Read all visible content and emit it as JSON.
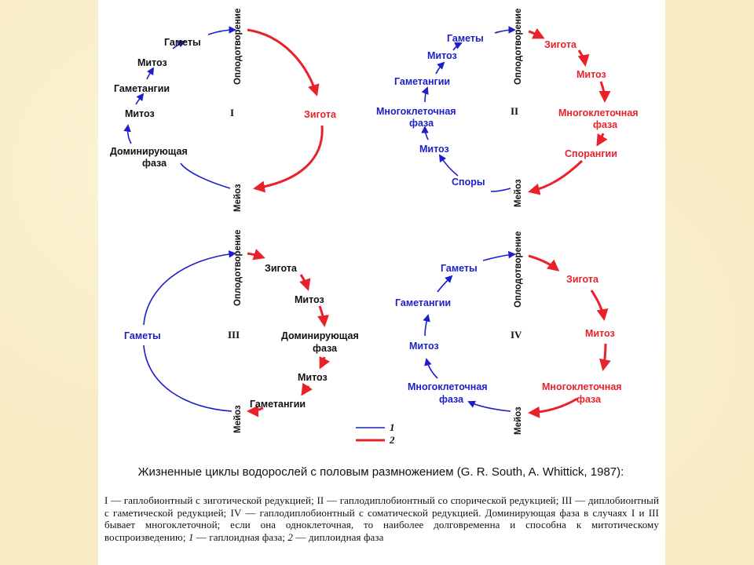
{
  "labels": {
    "fertilization": "Оплодотворение",
    "meiosis": "Мейоз",
    "gametes": "Гаметы",
    "mitosis": "Митоз",
    "gametangia": "Гаметангии",
    "dominant_phase_l1": "Доминирующая",
    "dominant_phase_l2": "фаза",
    "zygote": "Зигота",
    "multicell_l1": "Многоклеточная",
    "multicell_l2": "фаза",
    "sporangia": "Спорангии",
    "spores": "Споры"
  },
  "roman": {
    "I": "I",
    "II": "II",
    "III": "III",
    "IV": "IV"
  },
  "legend": {
    "haploid_num": "1",
    "diploid_num": "2",
    "haploid_color": "#1b1fc8",
    "diploid_color": "#e8222a"
  },
  "caption": {
    "title": "Жизненные циклы водорослей с половым размножением (G. R. South, A. Whittick, 1987):",
    "body_main": "I — гаплобионтный с зиготической редукцией; II — гаплодиплобионтный со спорической редукцией; III — диплобионтный с гаметической редукцией; IV — гаплодиплобионтный с соматической редукцией. Доминирующая фаза в случаях I и III бывает многоклеточной; если она одноклеточная, то наиболее долговременна и способна к митотическому воспроизведению;",
    "n1": "1",
    "t1": " — гаплоидная фаза; ",
    "n2": "2",
    "t2": " — диплоидная фаза"
  }
}
